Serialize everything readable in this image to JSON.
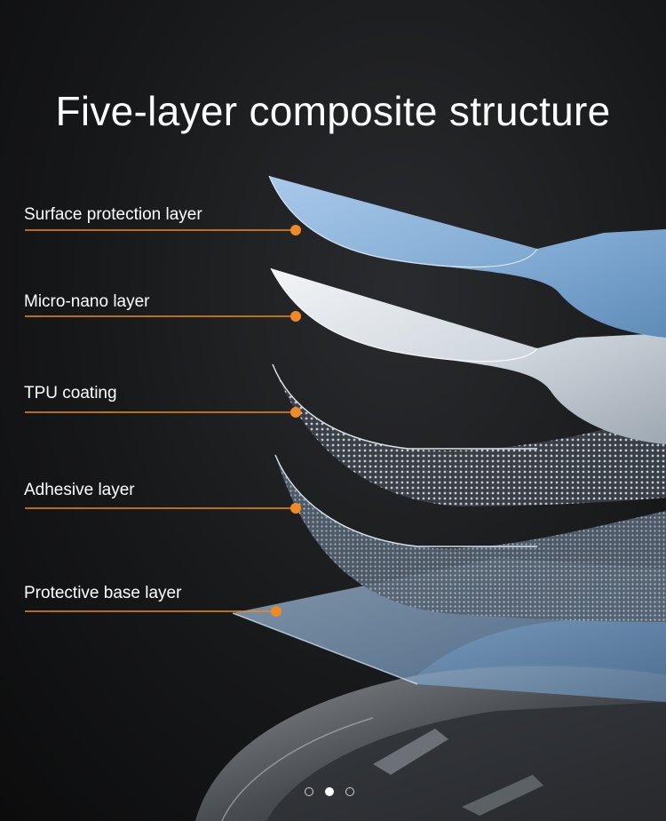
{
  "title": "Five-layer composite structure",
  "layers": [
    {
      "label": "Surface protection layer"
    },
    {
      "label": "Micro-nano layer"
    },
    {
      "label": "TPU coating"
    },
    {
      "label": "Adhesive layer"
    },
    {
      "label": "Protective base layer"
    }
  ],
  "pagination": {
    "count": 3,
    "active": 2
  },
  "colors": {
    "accent": "#f08a24",
    "film_blue": "#8fb7dc",
    "background": "#17181a"
  }
}
